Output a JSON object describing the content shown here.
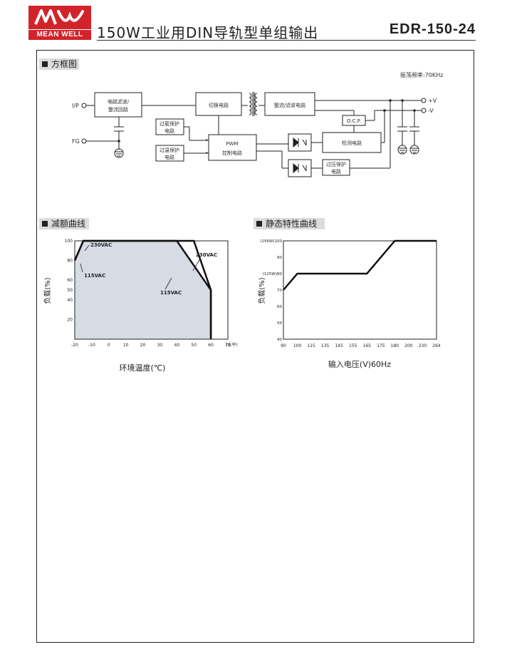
{
  "header": {
    "logo_text": "MEAN WELL",
    "doc_title": "150W工业用DIN导轨型单组输出",
    "model": "EDR-150-24"
  },
  "block_diagram": {
    "heading": "方框图",
    "freq_note": "振荡频率:70KHz",
    "ip_label": "I/P",
    "fg_label": "FG",
    "emi_filter": [
      "电磁滤波/",
      "整流回路"
    ],
    "switching": "切换电路",
    "rectifier": "整流/滤波电路",
    "ocp": "O.C.P.",
    "detection": "检测电路",
    "pwm": [
      "PWM",
      "控制电路"
    ],
    "otp": [
      "过温保护",
      "电路"
    ],
    "olp": [
      "过载保护",
      "电路"
    ],
    "ovp": [
      "过压保护",
      "电路"
    ],
    "out_pos": "+V",
    "out_neg": "-V"
  },
  "derating": {
    "heading": "减额曲线",
    "ylabel": "负载(%)",
    "xlabel": "环境温度(℃)",
    "unit_note": "(水平)",
    "annotations": [
      "230VAC",
      "115VAC",
      "230VAC",
      "115VAC"
    ]
  },
  "static": {
    "heading": "静态特性曲线",
    "ylabel": "负载(%)",
    "xlabel": "输入电压(V)60Hz"
  },
  "chart_data": [
    {
      "type": "line",
      "x_ticks": [
        -20,
        -10,
        0,
        10,
        20,
        30,
        40,
        50,
        60,
        70
      ],
      "y_ticks": [
        20,
        40,
        50,
        60,
        80,
        100
      ],
      "xlim": [
        -20,
        70
      ],
      "ylim": [
        0,
        100
      ],
      "series": [
        {
          "name": "230VAC",
          "x": [
            -20,
            -15,
            50,
            60,
            60
          ],
          "y": [
            80,
            100,
            100,
            50,
            0
          ]
        },
        {
          "name": "115VAC",
          "x": [
            -20,
            -15,
            40,
            60,
            60
          ],
          "y": [
            80,
            100,
            100,
            50,
            0
          ]
        }
      ]
    },
    {
      "type": "line",
      "x_ticks": [
        "90",
        "100",
        "115",
        "135",
        "145",
        "155",
        "165",
        "175",
        "180",
        "200",
        "230",
        "264"
      ],
      "y_ticks": [
        "40",
        "50",
        "60",
        "70",
        "(125W)80",
        "90",
        "(156W)100"
      ],
      "ylim": [
        40,
        100
      ],
      "series": [
        {
          "x_index": [
            0,
            1,
            6,
            8,
            11
          ],
          "y": [
            70,
            80,
            80,
            100,
            100
          ]
        }
      ]
    }
  ]
}
